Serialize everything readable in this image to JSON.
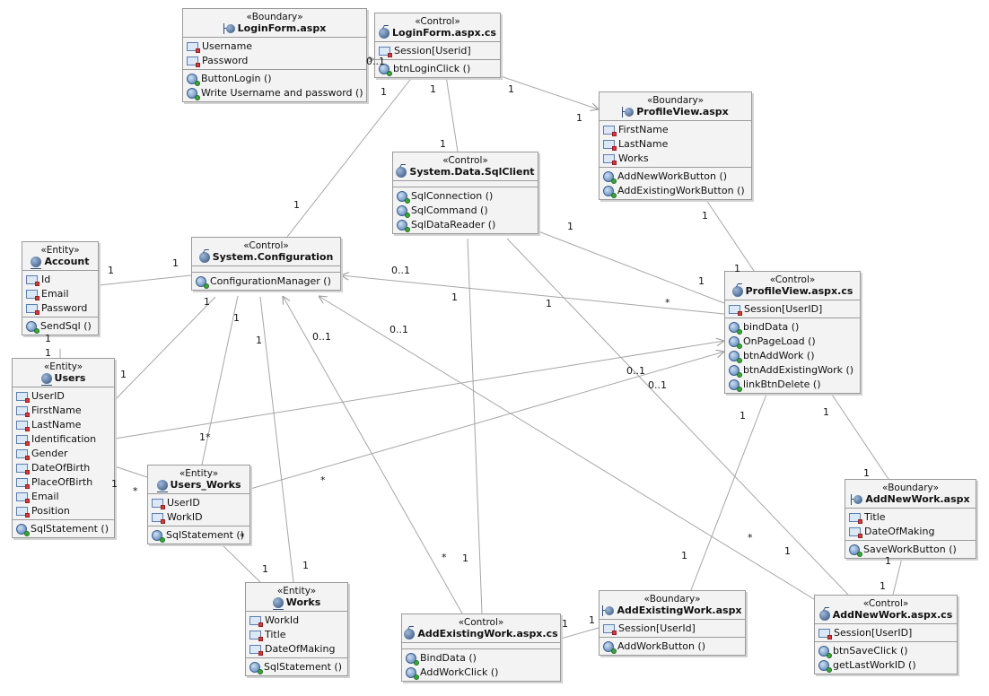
{
  "classes": [
    {
      "id": "loginform_aspx",
      "stereotype": "«Boundary»",
      "name": "LoginForm.aspx",
      "kind": "boundary",
      "attributes": [
        "Username",
        "Password"
      ],
      "operations": [
        "ButtonLogin ()",
        "Write Username and password ()"
      ]
    },
    {
      "id": "loginform_cs",
      "stereotype": "«Control»",
      "name": "LoginForm.aspx.cs",
      "kind": "control",
      "attributes": [
        "Session[Userid]"
      ],
      "operations": [
        "btnLoginClick ()"
      ]
    },
    {
      "id": "profileview_aspx",
      "stereotype": "«Boundary»",
      "name": "ProfileView.aspx",
      "kind": "boundary",
      "attributes": [
        "FirstName",
        "LastName",
        "Works"
      ],
      "operations": [
        "AddNewWorkButton ()",
        "AddExistingWorkButton ()"
      ]
    },
    {
      "id": "sqlclient",
      "stereotype": "«Control»",
      "name": "System.Data.SqlClient",
      "kind": "control",
      "attributes": [],
      "operations": [
        "SqlConnection ()",
        "SqlCommand ()",
        "SqlDataReader ()"
      ]
    },
    {
      "id": "account",
      "stereotype": "«Entity»",
      "name": "Account",
      "kind": "entity",
      "attributes": [
        "Id",
        "Email",
        "Password"
      ],
      "operations": [
        "SendSql ()"
      ]
    },
    {
      "id": "configuration",
      "stereotype": "«Control»",
      "name": "System.Configuration",
      "kind": "control",
      "attributes": [],
      "operations": [
        "ConfigurationManager ()"
      ]
    },
    {
      "id": "profileview_cs",
      "stereotype": "«Control»",
      "name": "ProfileView.aspx.cs",
      "kind": "control",
      "attributes": [
        "Session[UserID]"
      ],
      "operations": [
        "bindData ()",
        "OnPageLoad ()",
        "btnAddWork ()",
        "btnAddExistingWork ()",
        "linkBtnDelete ()"
      ]
    },
    {
      "id": "users",
      "stereotype": "«Entity»",
      "name": "Users",
      "kind": "entity",
      "attributes": [
        "UserID",
        "FirstName",
        "LastName",
        "Identification",
        "Gender",
        "DateOfBirth",
        "PlaceOfBirth",
        "Email",
        "Position"
      ],
      "operations": [
        "SqlStatement ()"
      ]
    },
    {
      "id": "users_works",
      "stereotype": "«Entity»",
      "name": "Users_Works",
      "kind": "entity",
      "attributes": [
        "UserID",
        "WorkID"
      ],
      "operations": [
        "SqlStatement ()"
      ]
    },
    {
      "id": "addnewwork_aspx",
      "stereotype": "«Boundary»",
      "name": "AddNewWork.aspx",
      "kind": "boundary",
      "attributes": [
        "Title",
        "DateOfMaking"
      ],
      "operations": [
        "SaveWorkButton ()"
      ]
    },
    {
      "id": "works",
      "stereotype": "«Entity»",
      "name": "Works",
      "kind": "entity",
      "attributes": [
        "WorkId",
        "Title",
        "DateOfMaking"
      ],
      "operations": [
        "SqlStatement ()"
      ]
    },
    {
      "id": "addexisting_cs",
      "stereotype": "«Control»",
      "name": "AddExistingWork.aspx.cs",
      "kind": "control",
      "attributes": [],
      "operations": [
        "BindData ()",
        "AddWorkClick ()"
      ]
    },
    {
      "id": "addexisting_aspx",
      "stereotype": "«Boundary»",
      "name": "AddExistingWork.aspx",
      "kind": "boundary",
      "attributes": [
        "Session[UserId]"
      ],
      "operations": [
        "AddWorkButton ()"
      ]
    },
    {
      "id": "addnewwork_cs",
      "stereotype": "«Control»",
      "name": "AddNewWork.aspx.cs",
      "kind": "control",
      "attributes": [
        "Session[UserID]"
      ],
      "operations": [
        "btnSaveClick ()",
        "getLastWorkID ()"
      ]
    }
  ],
  "multiplicities": [
    "0..1",
    "1",
    "1",
    "1",
    "1",
    "1",
    "1",
    "1",
    "1",
    "1",
    "1",
    "0..1",
    "1",
    "1",
    "1",
    "*",
    "1",
    "1",
    "1",
    "1",
    "1",
    "1*",
    "1",
    "1",
    "0..1",
    "0..1",
    "1",
    "0..1",
    "0..1",
    "*",
    "1",
    "1",
    "1",
    "*",
    "*",
    "1",
    "*",
    "1",
    "1",
    "1",
    "1",
    "*",
    "1",
    "1",
    "1",
    "1",
    "1",
    "1",
    "1"
  ]
}
